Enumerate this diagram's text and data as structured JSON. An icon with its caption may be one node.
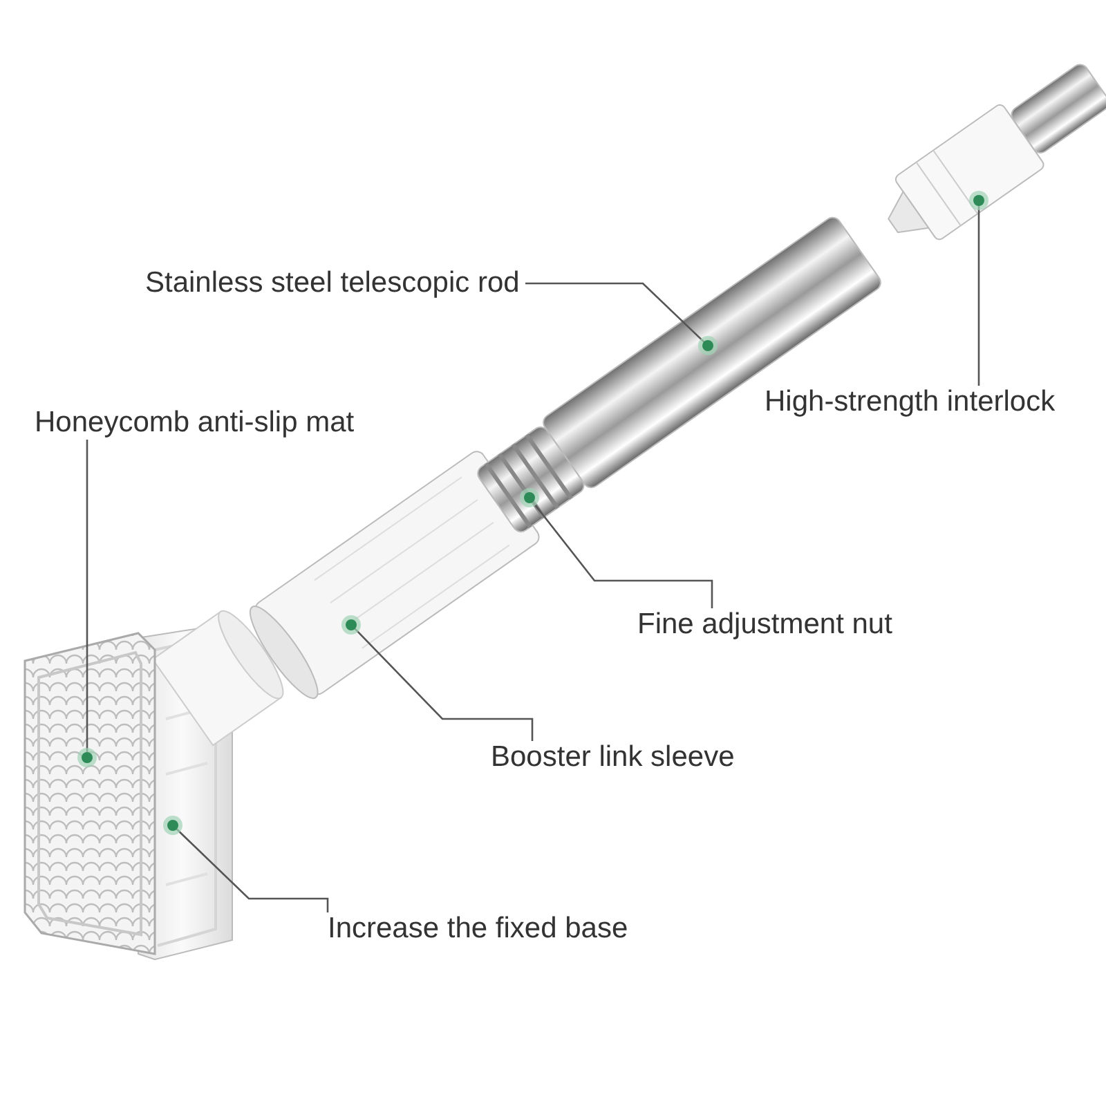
{
  "diagram": {
    "nodes": [
      {
        "text": [
          "Stainless steel telescopic rod"
        ]
      },
      {
        "text": [],
        "shape": "picture"
      },
      {
        "text": [
          "High-strength interlock"
        ]
      },
      {
        "text": [],
        "shape": "picture"
      },
      {
        "text": [
          "Honeycomb anti-slip mat"
        ]
      },
      {
        "text": [],
        "shape": "picture"
      },
      {
        "text": [
          "Fine adjustment nut"
        ]
      },
      {
        "text": [],
        "shape": "picture"
      },
      {
        "text": [
          "Booster link sleeve"
        ]
      },
      {
        "text": [],
        "shape": "picture"
      },
      {
        "text": [
          "Increase the fixed base"
        ]
      },
      {
        "text": [],
        "shape": "picture"
      }
    ],
    "edges": [
      {
        "from": 0,
        "to": 1,
        "arrow": "other"
      },
      {
        "from": 2,
        "to": 3,
        "arrow": "other"
      },
      {
        "from": 4,
        "to": 5,
        "arrow": "other"
      },
      {
        "from": 6,
        "to": 7,
        "arrow": "other"
      },
      {
        "from": 8,
        "to": 9,
        "arrow": "other"
      },
      {
        "from": 10,
        "to": 11,
        "arrow": "other"
      }
    ]
  }
}
